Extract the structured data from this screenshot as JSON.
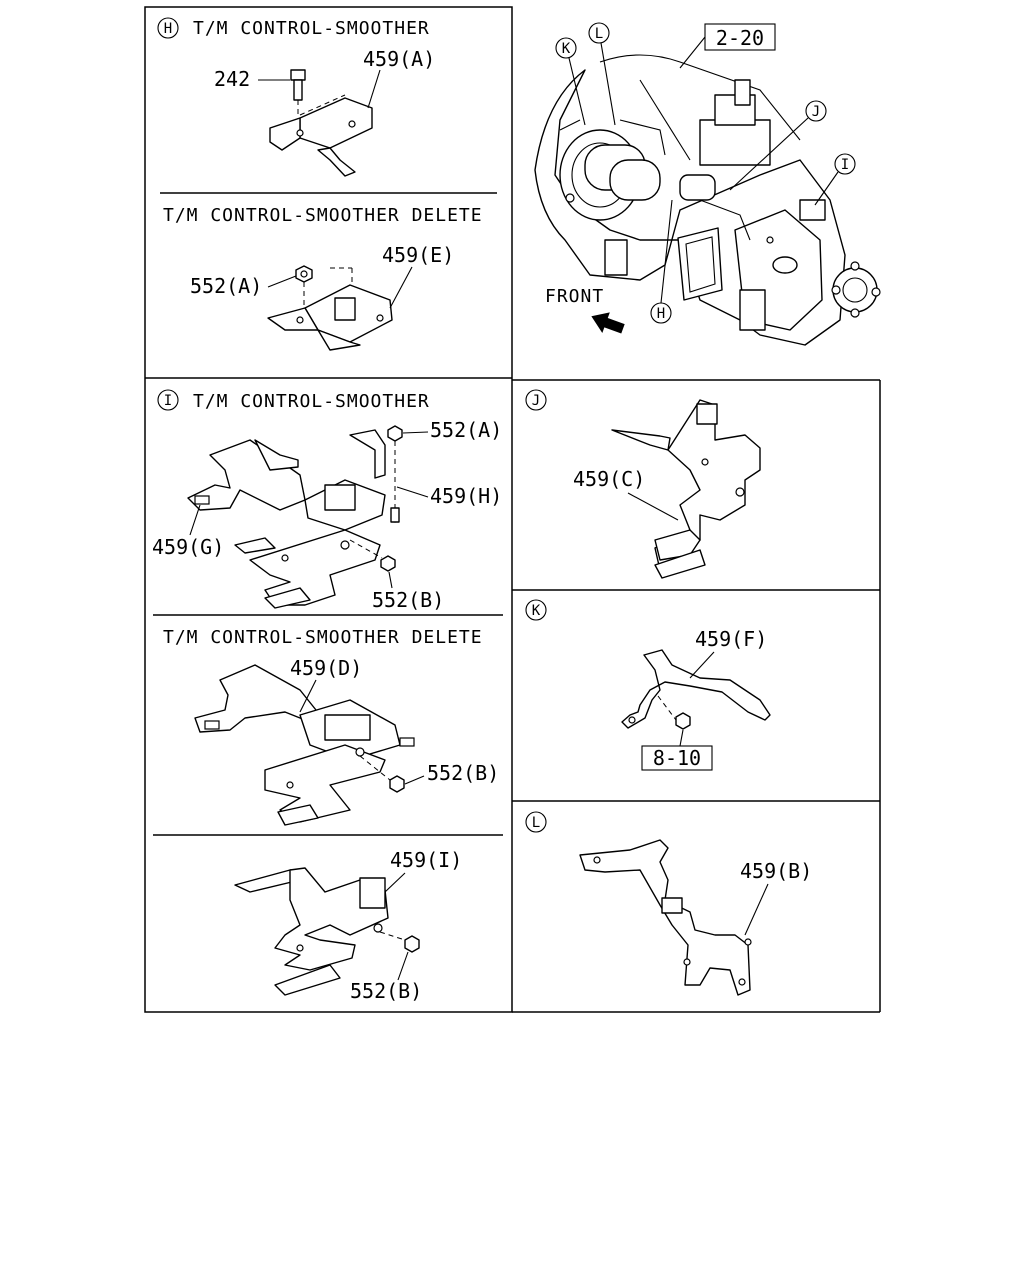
{
  "sections": {
    "h": {
      "circle": "H",
      "title": "T/M CONTROL-SMOOTHER",
      "labels": {
        "bolt": "242",
        "bracket": "459(A)"
      },
      "delete_title": "T/M CONTROL-SMOOTHER DELETE",
      "delete_labels": {
        "nut": "552(A)",
        "bracket": "459(E)"
      }
    },
    "overview": {
      "ref_box": "2-20",
      "front": "FRONT",
      "callouts": [
        "K",
        "L",
        "J",
        "I",
        "H"
      ]
    },
    "i": {
      "circle": "I",
      "title": "T/M CONTROL-SMOOTHER",
      "labels": {
        "nut_a": "552(A)",
        "bracket_h": "459(H)",
        "bracket_g": "459(G)",
        "nut_b": "552(B)"
      },
      "delete_title": "T/M CONTROL-SMOOTHER DELETE",
      "delete_labels": {
        "bracket": "459(D)",
        "nut": "552(B)"
      },
      "alt_labels": {
        "bracket": "459(I)",
        "nut": "552(B)"
      }
    },
    "j": {
      "circle": "J",
      "labels": {
        "bracket": "459(C)"
      }
    },
    "k": {
      "circle": "K",
      "labels": {
        "bracket": "459(F)",
        "ref": "8-10"
      }
    },
    "l": {
      "circle": "L",
      "labels": {
        "bracket": "459(B)"
      }
    }
  }
}
